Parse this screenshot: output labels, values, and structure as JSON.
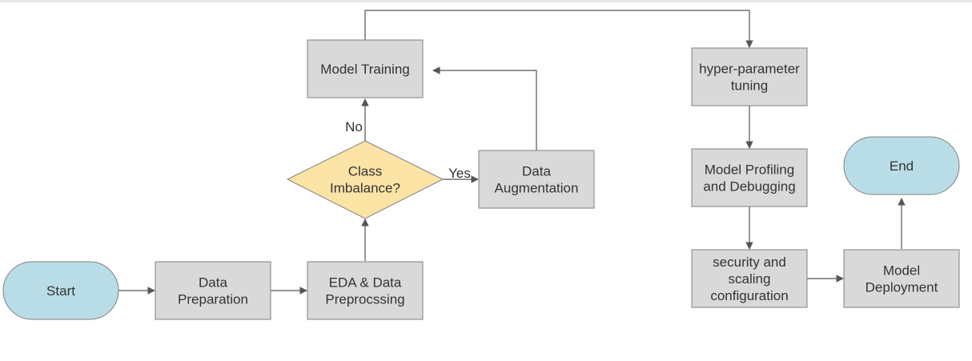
{
  "colors": {
    "process_fill": "#d9d9d9",
    "terminal_fill": "#b9dde6",
    "decision_fill": "#fce3a6",
    "stroke": "#808080",
    "edge": "#555555",
    "text": "#333333"
  },
  "nodes": {
    "start": {
      "label": "Start"
    },
    "data_preparation": {
      "label": "Data\nPreparation"
    },
    "eda": {
      "label": "EDA & Data\nPreprocssing"
    },
    "class_imbalance": {
      "label": "Class\nImbalance?"
    },
    "data_augmentation": {
      "label": "Data\nAugmentation"
    },
    "model_training": {
      "label": "Model Training"
    },
    "hyperparameter_tuning": {
      "label": "hyper-parameter\ntuning"
    },
    "model_profiling": {
      "label": "Model Profiling\nand Debugging"
    },
    "security_scaling": {
      "label": "security and\nscaling\nconfiguration"
    },
    "model_deployment": {
      "label": "Model\nDeployment"
    },
    "end": {
      "label": "End"
    }
  },
  "edges": {
    "no_label": "No",
    "yes_label": "Yes"
  }
}
